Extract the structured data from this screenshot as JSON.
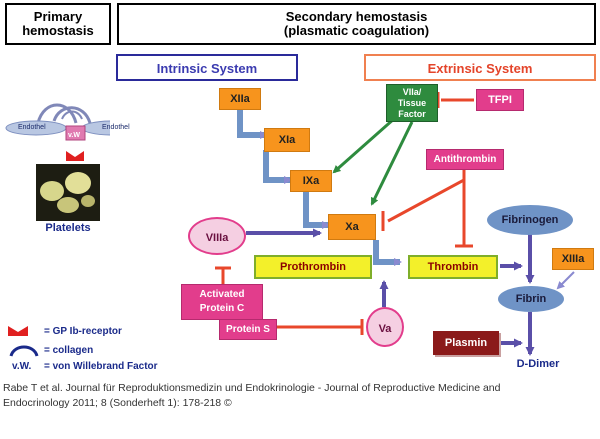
{
  "headers": {
    "primary": [
      "Primary",
      "hemostasis"
    ],
    "secondary": [
      "Secondary hemostasis",
      "(plasmatic coagulation)"
    ]
  },
  "systems": {
    "intrinsic": "Intrinsic System",
    "extrinsic": "Extrinsic System"
  },
  "factors": {
    "xiia": "XIIa",
    "xia": "XIa",
    "ixa": "IXa",
    "xa": "Xa",
    "viia_tissue_factor": [
      "VIIa/",
      "Tissue",
      "Factor"
    ],
    "tfpi": "TFPI",
    "antithrombin": "Antithrombin",
    "viiia": "VIIIa",
    "prothrombin": "Prothrombin",
    "thrombin": "Thrombin",
    "fibrinogen": "Fibrinogen",
    "xiiia": "XIIIa",
    "fibrin": "Fibrin",
    "activated_protein_c": [
      "Activated",
      "Protein C"
    ],
    "protein_s": "Protein S",
    "va": "Va",
    "plasmin": "Plasmin",
    "d_dimer": "D-Dimer"
  },
  "primary_panel": {
    "endothel_left": "Endothel",
    "endothel_right": "Endothel",
    "vw": "v.W",
    "platelets": "Platelets"
  },
  "legend": {
    "gp": "= GP Ib-receptor",
    "collagen": "= collagen",
    "vw_abbr": "v.W.",
    "vw_text": "= von Willebrand Factor"
  },
  "citation": [
    "Rabe T et al. Journal für Reproduktionsmedizin und Endokrinologie - Journal of Reproductive Medicine and",
    "Endocrinology 2011; 8 (Sonderheft 1): 178-218 ©"
  ],
  "colors": {
    "orange": "#f7941d",
    "green": "#2e8b3e",
    "red": "#e8472b",
    "pink": "#e23d8c",
    "blue_arrow": "#5a4fa8",
    "yellow": "#f3f02a",
    "steel_blue": "#6f93c6",
    "dark_red": "#8b1a1a",
    "navy": "#1a2a8a"
  }
}
